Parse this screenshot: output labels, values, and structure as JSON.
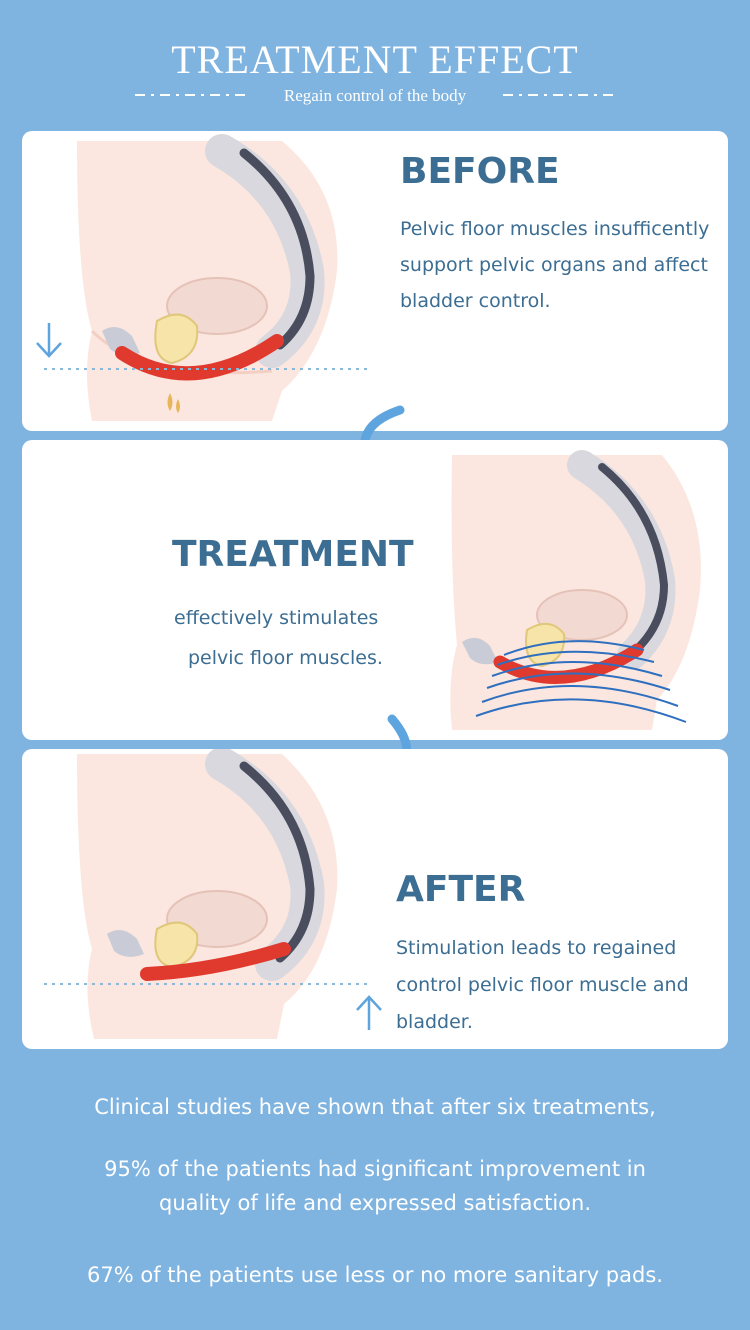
{
  "header": {
    "title": "TREATMENT EFFECT",
    "subtitle": "Regain control of the body"
  },
  "cards": {
    "before": {
      "title": "BEFORE",
      "lines": [
        "Pelvic floor muscles insufficently",
        "support pelvic organs and affect",
        "bladder control."
      ]
    },
    "treatment": {
      "title": "TREATMENT",
      "lines": [
        "effectively stimulates",
        "pelvic floor muscles."
      ]
    },
    "after": {
      "title": "AFTER",
      "lines": [
        "Stimulation leads to regained",
        "control pelvic floor muscle and",
        "bladder."
      ]
    }
  },
  "footer": {
    "line1": "Clinical studies have shown that after six treatments,",
    "line2a": "95% of the patients had significant improvement in",
    "line2b": "quality of life and expressed satisfaction.",
    "line3": "67% of the patients use less or no more sanitary pads."
  },
  "colors": {
    "background": "#7fb3e0",
    "card": "#ffffff",
    "heading_text": "#3c6d92",
    "muscle_red": "#e03a2f",
    "arrow_blue": "#5ea4de",
    "wave_blue": "#2f6fc0"
  },
  "icons": [
    "down-arrow-icon",
    "up-arrow-icon",
    "curved-arrow-icon"
  ]
}
